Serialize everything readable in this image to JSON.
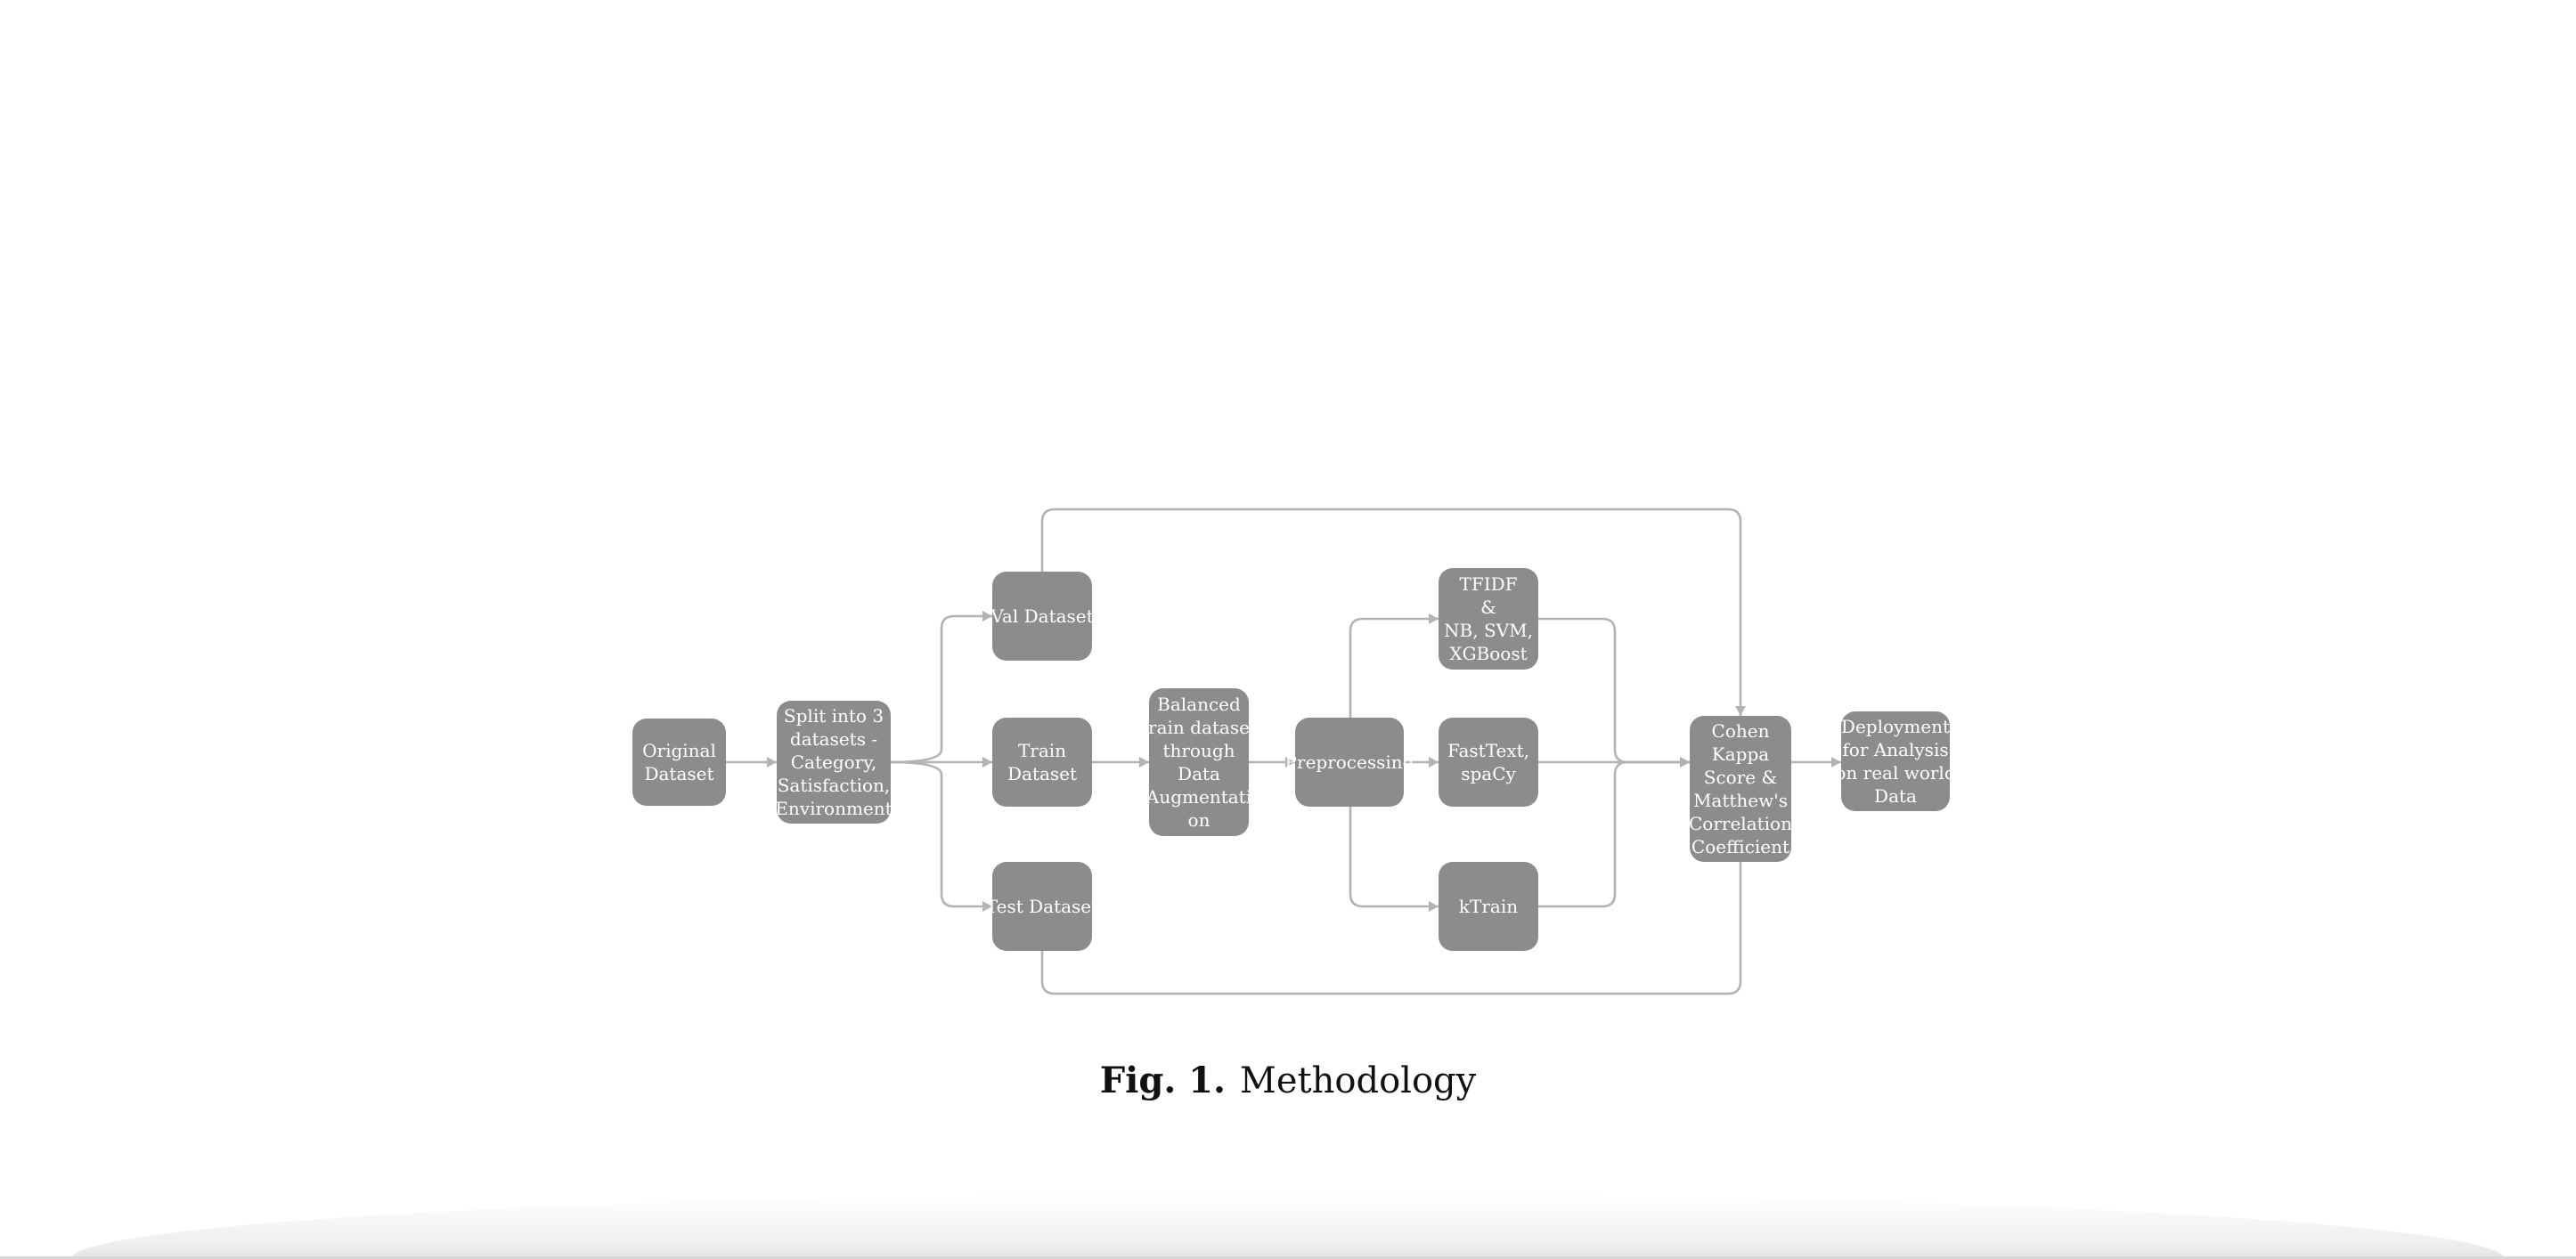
{
  "diagram": {
    "nodes": [
      {
        "id": "original",
        "lines": [
          "Original",
          "Dataset"
        ]
      },
      {
        "id": "split",
        "lines": [
          "Split into 3",
          "datasets -",
          "Category,",
          "Satisfaction,",
          "Environment"
        ]
      },
      {
        "id": "val",
        "lines": [
          "Val Dataset"
        ]
      },
      {
        "id": "train",
        "lines": [
          "Train",
          "Dataset"
        ]
      },
      {
        "id": "test",
        "lines": [
          "Test Dataset"
        ]
      },
      {
        "id": "balanced",
        "lines": [
          "Balanced",
          "train dataset",
          "through",
          "Data",
          "Augmentati",
          "on"
        ]
      },
      {
        "id": "preprocessing",
        "lines": [
          "Preprocessing"
        ]
      },
      {
        "id": "tfidf",
        "lines": [
          "TFIDF",
          "&",
          "NB, SVM,",
          "XGBoost"
        ]
      },
      {
        "id": "fasttext",
        "lines": [
          "FastText,",
          "spaCy"
        ]
      },
      {
        "id": "ktrain",
        "lines": [
          "kTrain"
        ]
      },
      {
        "id": "cohen",
        "lines": [
          "Cohen",
          "Kappa",
          "Score &",
          "Matthew's",
          "Correlation",
          "Coefficient"
        ]
      },
      {
        "id": "deploy",
        "lines": [
          "Deployment",
          "for Analysis",
          "on real world",
          "Data"
        ]
      }
    ],
    "edges": [
      {
        "from": "original",
        "to": "split"
      },
      {
        "from": "split",
        "to": "val"
      },
      {
        "from": "split",
        "to": "train"
      },
      {
        "from": "split",
        "to": "test"
      },
      {
        "from": "train",
        "to": "balanced"
      },
      {
        "from": "balanced",
        "to": "preprocessing"
      },
      {
        "from": "preprocessing",
        "to": "tfidf"
      },
      {
        "from": "preprocessing",
        "to": "fasttext"
      },
      {
        "from": "preprocessing",
        "to": "ktrain"
      },
      {
        "from": "tfidf",
        "to": "cohen"
      },
      {
        "from": "fasttext",
        "to": "cohen"
      },
      {
        "from": "ktrain",
        "to": "cohen"
      },
      {
        "from": "val",
        "to": "cohen"
      },
      {
        "from": "test",
        "to": "cohen"
      },
      {
        "from": "cohen",
        "to": "deploy"
      }
    ],
    "colors": {
      "node_fill": "#8c8c8c",
      "node_text": "#ffffff",
      "edge": "#b3b3b3"
    }
  },
  "caption": {
    "label": "Fig. 1.",
    "text": "Methodology"
  }
}
